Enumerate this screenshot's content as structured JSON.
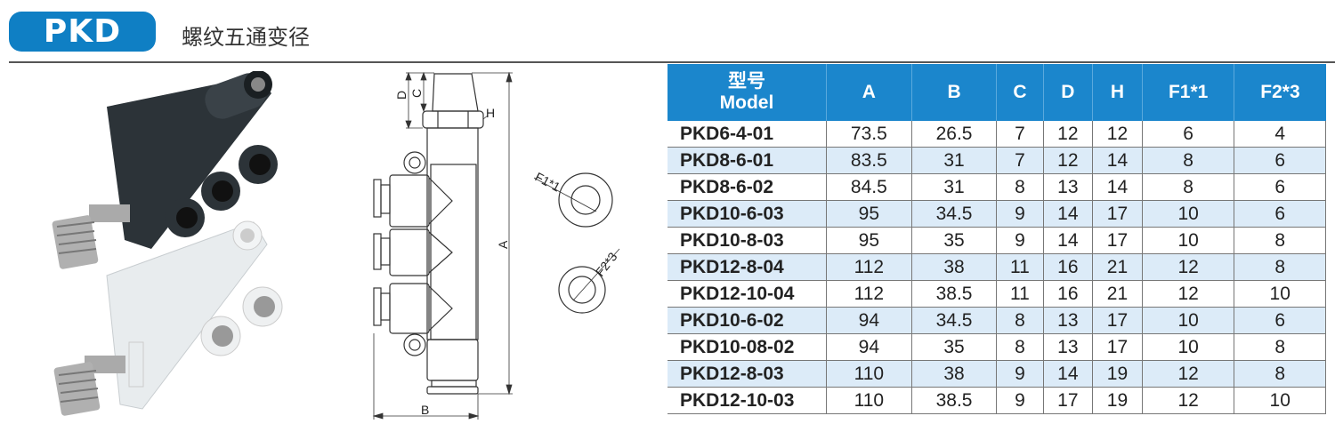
{
  "header": {
    "badge": "PKD",
    "title": "螺纹五通变径"
  },
  "diagram": {
    "labels": {
      "A": "A",
      "B": "B",
      "C": "C",
      "D": "D",
      "H": "H",
      "F1": "F1*1",
      "F2": "F2*3"
    }
  },
  "table": {
    "headers": {
      "model_cn": "型号",
      "model_en": "Model",
      "cols": [
        "A",
        "B",
        "C",
        "D",
        "H",
        "F1*1",
        "F2*3"
      ]
    },
    "rows": [
      [
        "PKD6-4-01",
        "73.5",
        "26.5",
        "7",
        "12",
        "12",
        "6",
        "4"
      ],
      [
        "PKD8-6-01",
        "83.5",
        "31",
        "7",
        "12",
        "14",
        "8",
        "6"
      ],
      [
        "PKD8-6-02",
        "84.5",
        "31",
        "8",
        "13",
        "14",
        "8",
        "6"
      ],
      [
        "PKD10-6-03",
        "95",
        "34.5",
        "9",
        "14",
        "17",
        "10",
        "6"
      ],
      [
        "PKD10-8-03",
        "95",
        "35",
        "9",
        "14",
        "17",
        "10",
        "8"
      ],
      [
        "PKD12-8-04",
        "112",
        "38",
        "11",
        "16",
        "21",
        "12",
        "8"
      ],
      [
        "PKD12-10-04",
        "112",
        "38.5",
        "11",
        "16",
        "21",
        "12",
        "10"
      ],
      [
        "PKD10-6-02",
        "94",
        "34.5",
        "8",
        "13",
        "17",
        "10",
        "6"
      ],
      [
        "PKD10-08-02",
        "94",
        "35",
        "8",
        "13",
        "17",
        "10",
        "8"
      ],
      [
        "PKD12-8-03",
        "110",
        "38",
        "9",
        "14",
        "19",
        "12",
        "8"
      ],
      [
        "PKD12-10-03",
        "110",
        "38.5",
        "9",
        "17",
        "19",
        "12",
        "10"
      ]
    ]
  },
  "colors": {
    "accent": "#0f7fc4",
    "header_bg": "#1b86cc",
    "alt_row": "#dcebf8"
  }
}
